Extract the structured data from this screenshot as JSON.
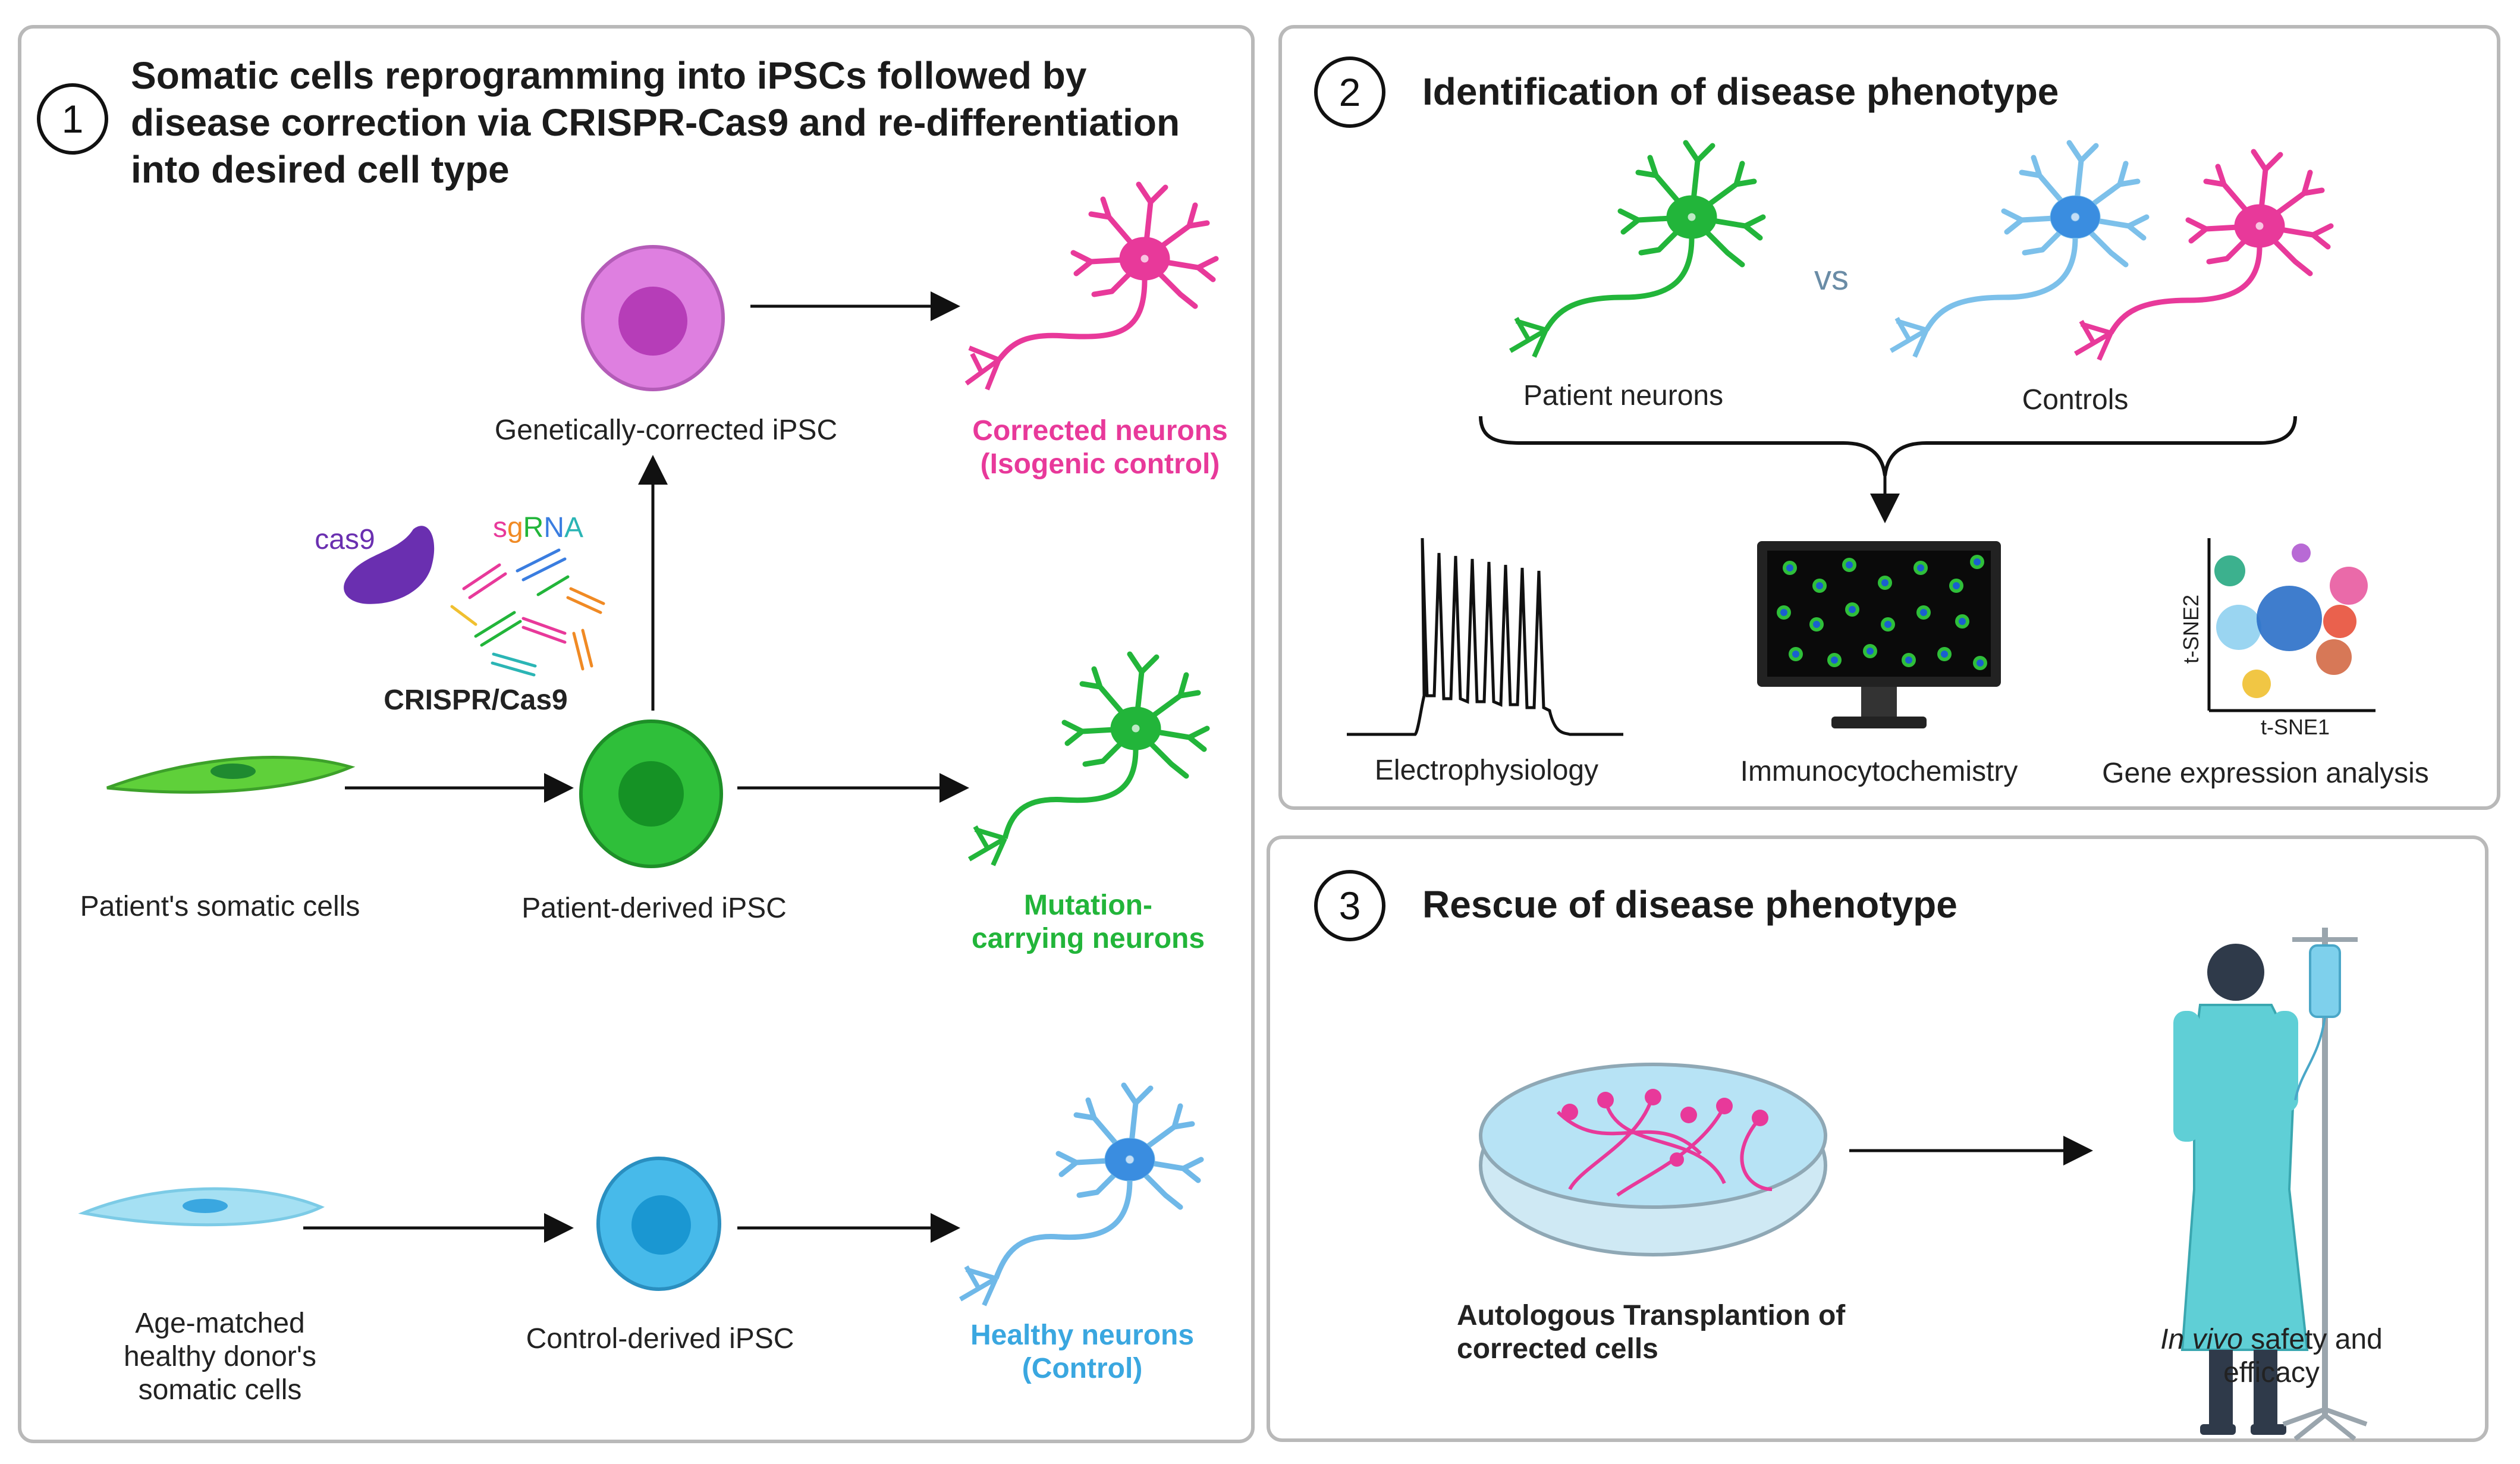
{
  "panel1": {
    "number": "1",
    "title_lines": [
      "Somatic cells reprogramming into iPSCs followed by",
      "disease correction via CRISPR-Cas9 and re-differentiation",
      "into desired cell type"
    ],
    "labels": {
      "genetically_corrected": "Genetically-corrected iPSC",
      "corrected_neurons_1": "Corrected neurons",
      "corrected_neurons_2": "(Isogenic control)",
      "cas9": "cas9",
      "sgrna_letters": [
        "s",
        "g",
        "R",
        "N",
        "A"
      ],
      "crispr": "CRISPR/Cas9",
      "patient_somatic": "Patient's somatic cells",
      "patient_ipsc": "Patient-derived iPSC",
      "mutation_1": "Mutation-",
      "mutation_2": "carrying neurons",
      "donor_1": "Age-matched",
      "donor_2": "healthy donor's",
      "donor_3": "somatic cells",
      "control_ipsc": "Control-derived iPSC",
      "healthy_1": "Healthy neurons",
      "healthy_2": "(Control)"
    }
  },
  "panel2": {
    "number": "2",
    "title": "Identification of disease phenotype",
    "labels": {
      "patient_neurons": "Patient neurons",
      "vs": "vs",
      "controls": "Controls",
      "electrophysiology": "Electrophysiology",
      "immunocytochemistry": "Immunocytochemistry",
      "gene_expression": "Gene expression analysis",
      "tsne1": "t-SNE1",
      "tsne2": "t-SNE2"
    }
  },
  "panel3": {
    "number": "3",
    "title": "Rescue of disease phenotype",
    "labels": {
      "transplant_1": "Autologous Transplantion of",
      "transplant_2": "corrected cells",
      "invivo_italic": "In vivo",
      "invivo_rest": " safety and",
      "efficacy": "efficacy"
    }
  },
  "colors": {
    "pink": "#e8399a",
    "green": "#22b53a",
    "blue": "#3aa7e0",
    "purple_cas9": "#6a2fb0",
    "corrected_ipsc": "#d86bd6",
    "patient_ipsc": "#2fbf3a",
    "control_ipsc": "#3ab7e8",
    "panel_border": "#b9b9b9"
  },
  "sgrna_colors": [
    "#e8399a",
    "#f08a24",
    "#22b53a",
    "#3a7de0",
    "#2bb5b5"
  ]
}
